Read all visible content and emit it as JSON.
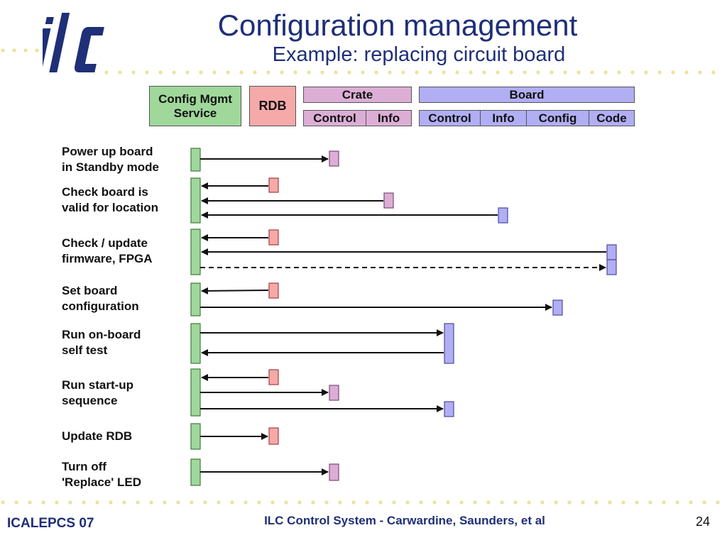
{
  "slide": {
    "title": "Configuration management",
    "subtitle": "Example: replacing circuit board",
    "page_number": "24"
  },
  "logo": {
    "text": "ilc"
  },
  "footer": {
    "left": "ICALEPCS 07",
    "center": "ILC Control System - Carwardine, Saunders, et al"
  },
  "colors": {
    "title_text": "#1f2f78",
    "green": "#9fd89a",
    "red": "#f6a9a9",
    "pink": "#dcaed6",
    "lavender": "#b1aef4",
    "dot_yellow": "#ece29a"
  },
  "headers": {
    "config_mgmt": "Config Mgmt Service",
    "rdb": "RDB",
    "crate": "Crate",
    "crate_control": "Control",
    "crate_info": "Info",
    "board": "Board",
    "board_control": "Control",
    "board_info": "Info",
    "board_config": "Config",
    "board_code": "Code"
  },
  "steps": [
    {
      "label_1": "Power up board",
      "label_2": "in Standby mode"
    },
    {
      "label_1": "Check board is",
      "label_2": "valid for location"
    },
    {
      "label_1": "Check / update",
      "label_2": "firmware, FPGA"
    },
    {
      "label_1": "Set board",
      "label_2": "configuration"
    },
    {
      "label_1": "Run on-board",
      "label_2": "self test"
    },
    {
      "label_1": "Run start-up",
      "label_2": "sequence"
    },
    {
      "label_1": "Update RDB",
      "label_2": ""
    },
    {
      "label_1": "Turn off",
      "label_2": "'Replace' LED"
    }
  ]
}
